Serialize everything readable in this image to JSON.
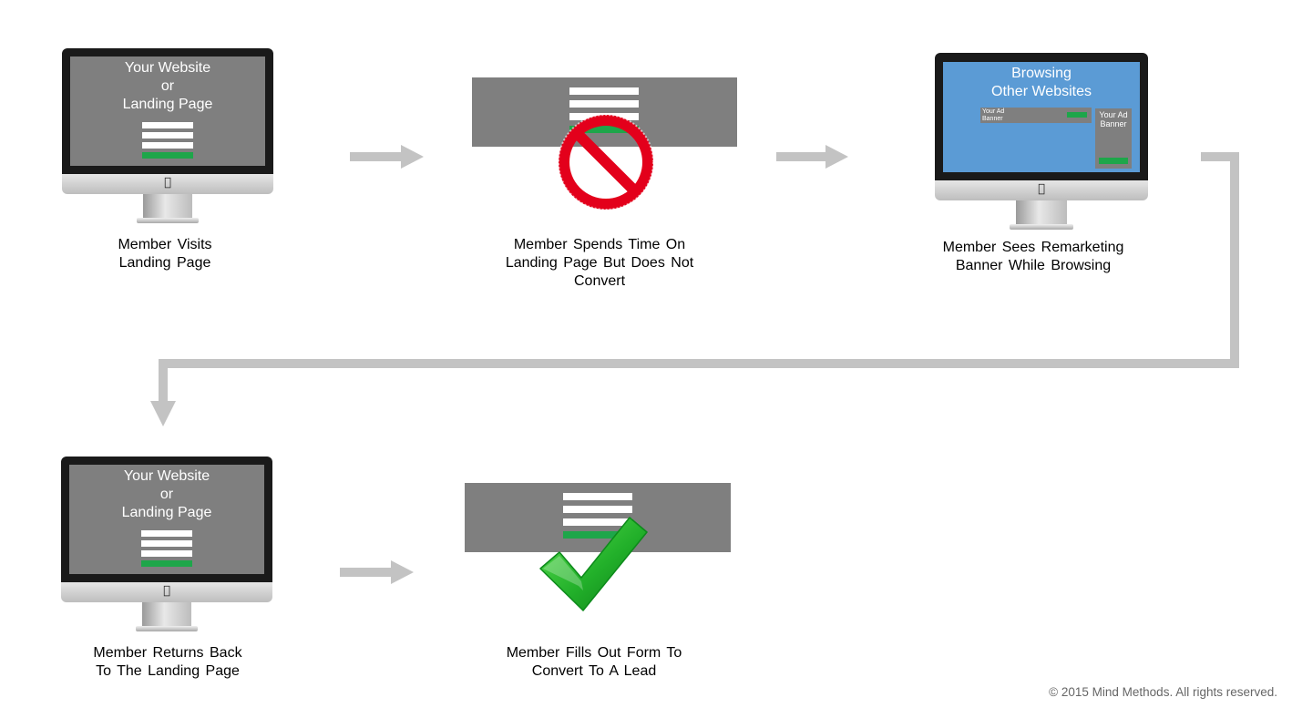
{
  "steps": {
    "step1": {
      "screen_title": [
        "Your Website",
        "or",
        "Landing Page"
      ],
      "label": [
        "Member Visits",
        "Landing Page"
      ]
    },
    "step2": {
      "label": [
        "Member Spends Time On",
        "Landing Page But Does Not",
        "Convert"
      ],
      "icon": "prohibition-icon"
    },
    "step3": {
      "screen_title": [
        "Browsing",
        "Other Websites"
      ],
      "ad_banner_horizontal": [
        "Your Ad",
        "Banner"
      ],
      "ad_banner_vertical": [
        "Your Ad",
        "Banner"
      ],
      "label": [
        "Member Sees Remarketing",
        "Banner While Browsing"
      ]
    },
    "step4": {
      "screen_title": [
        "Your Website",
        "or",
        "Landing Page"
      ],
      "label": [
        "Member Returns Back",
        "To The Landing Page"
      ]
    },
    "step5": {
      "label": [
        "Member Fills Out Form To",
        "Convert To A Lead"
      ],
      "icon": "checkmark-icon"
    }
  },
  "footer": {
    "copyright": "© 2015 Mind Methods. All rights reserved."
  },
  "colors": {
    "screen_gray": "#7f7f7f",
    "screen_blue": "#5b9bd5",
    "form_green": "#1ea64a",
    "arrow_gray": "#c3c3c3",
    "prohibition_red": "#e3001b",
    "check_green": "#22b02a"
  }
}
